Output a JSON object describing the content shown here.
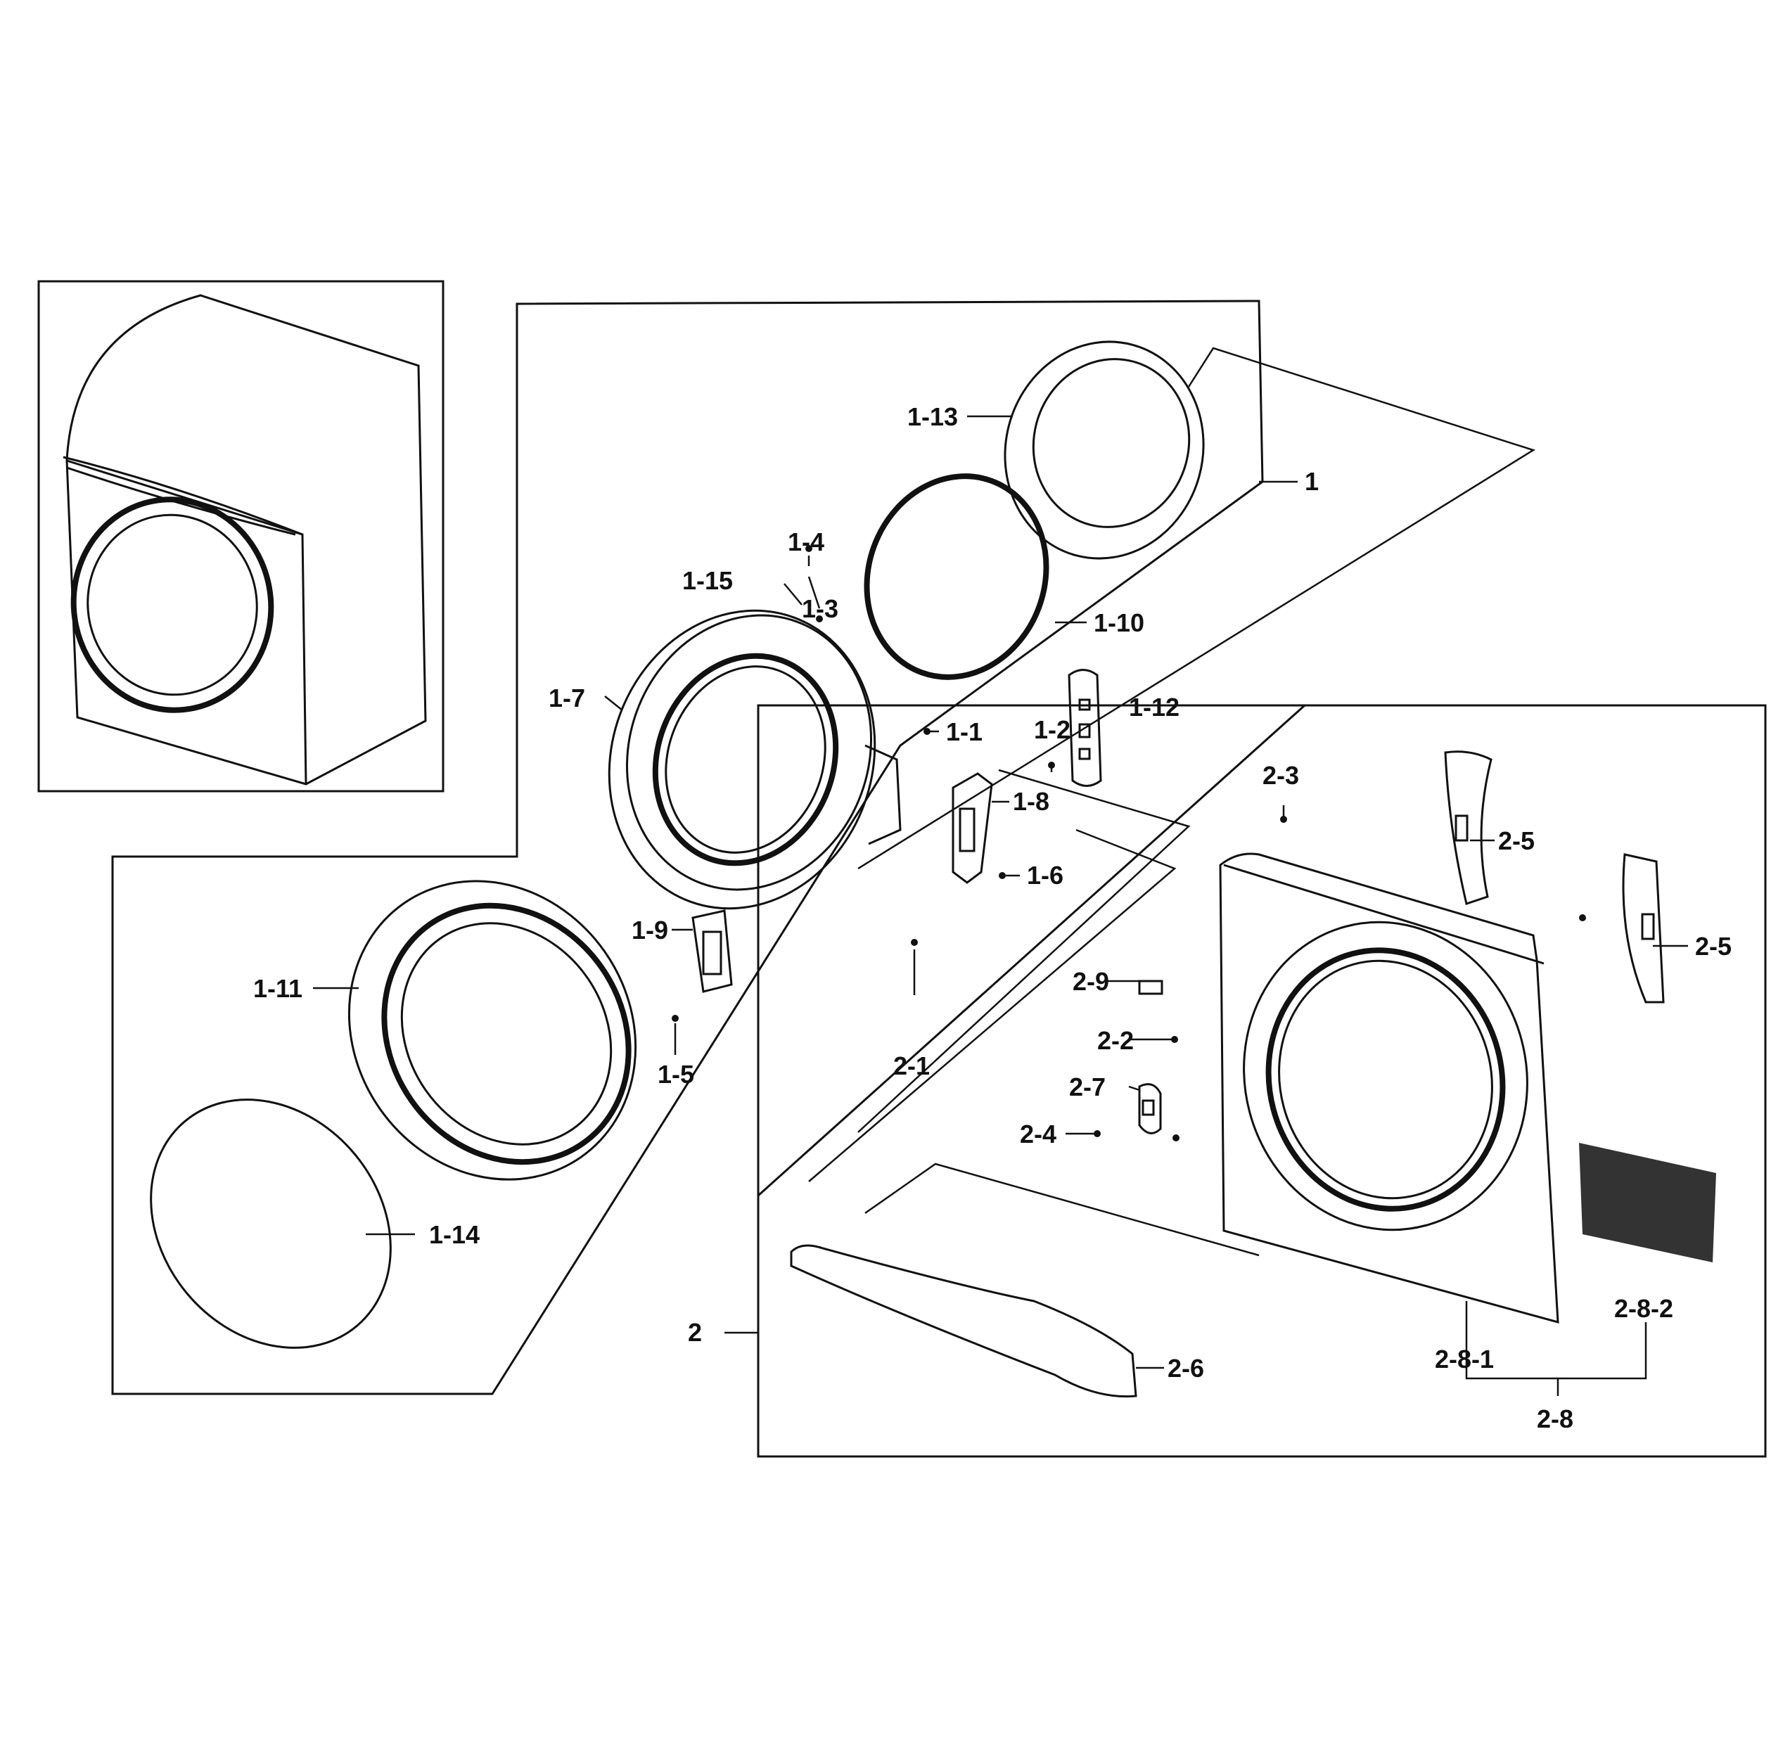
{
  "diagram": {
    "labels": {
      "l1": "1",
      "l1_1": "1-1",
      "l1_2": "1-2",
      "l1_3": "1-3",
      "l1_4": "1-4",
      "l1_5": "1-5",
      "l1_6": "1-6",
      "l1_7": "1-7",
      "l1_8": "1-8",
      "l1_9": "1-9",
      "l1_10": "1-10",
      "l1_11": "1-11",
      "l1_12": "1-12",
      "l1_13": "1-13",
      "l1_14": "1-14",
      "l1_15": "1-15",
      "l2": "2",
      "l2_1": "2-1",
      "l2_2": "2-2",
      "l2_3": "2-3",
      "l2_4": "2-4",
      "l2_5a": "2-5",
      "l2_5b": "2-5",
      "l2_6": "2-6",
      "l2_7": "2-7",
      "l2_8": "2-8",
      "l2_8_1": "2-8-1",
      "l2_8_2": "2-8-2",
      "l2_9": "2-9"
    }
  }
}
